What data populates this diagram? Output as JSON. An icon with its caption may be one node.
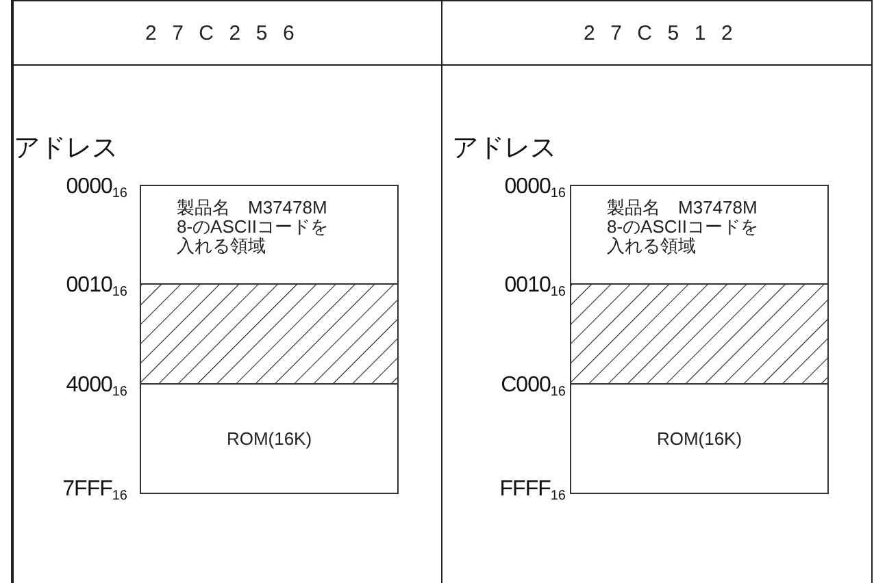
{
  "diagram": {
    "nodes": [
      {
        "text": [
          "製品名　M37478M8-のASCIIコードを入れる領域"
        ]
      },
      {
        "text": [],
        "shape": "box"
      },
      {
        "text": [
          "ROM(16K)"
        ]
      },
      {
        "text": [
          "製品名　M37478M8-のASCIIコードを入れる領域"
        ]
      },
      {
        "text": [],
        "shape": "box"
      },
      {
        "text": [
          "ROM(16K)"
        ]
      }
    ],
    "labels": [
      "27C256",
      "アドレス",
      "0000$_{16}$",
      "0010$_{16}$",
      "4000$_{16}$",
      "7FFF$_{16}$",
      "27C512",
      "アドレス",
      "0000$_{16}$",
      "0010$_{16}$",
      "C000$_{16}$",
      "FFFF$_{16}$"
    ]
  }
}
